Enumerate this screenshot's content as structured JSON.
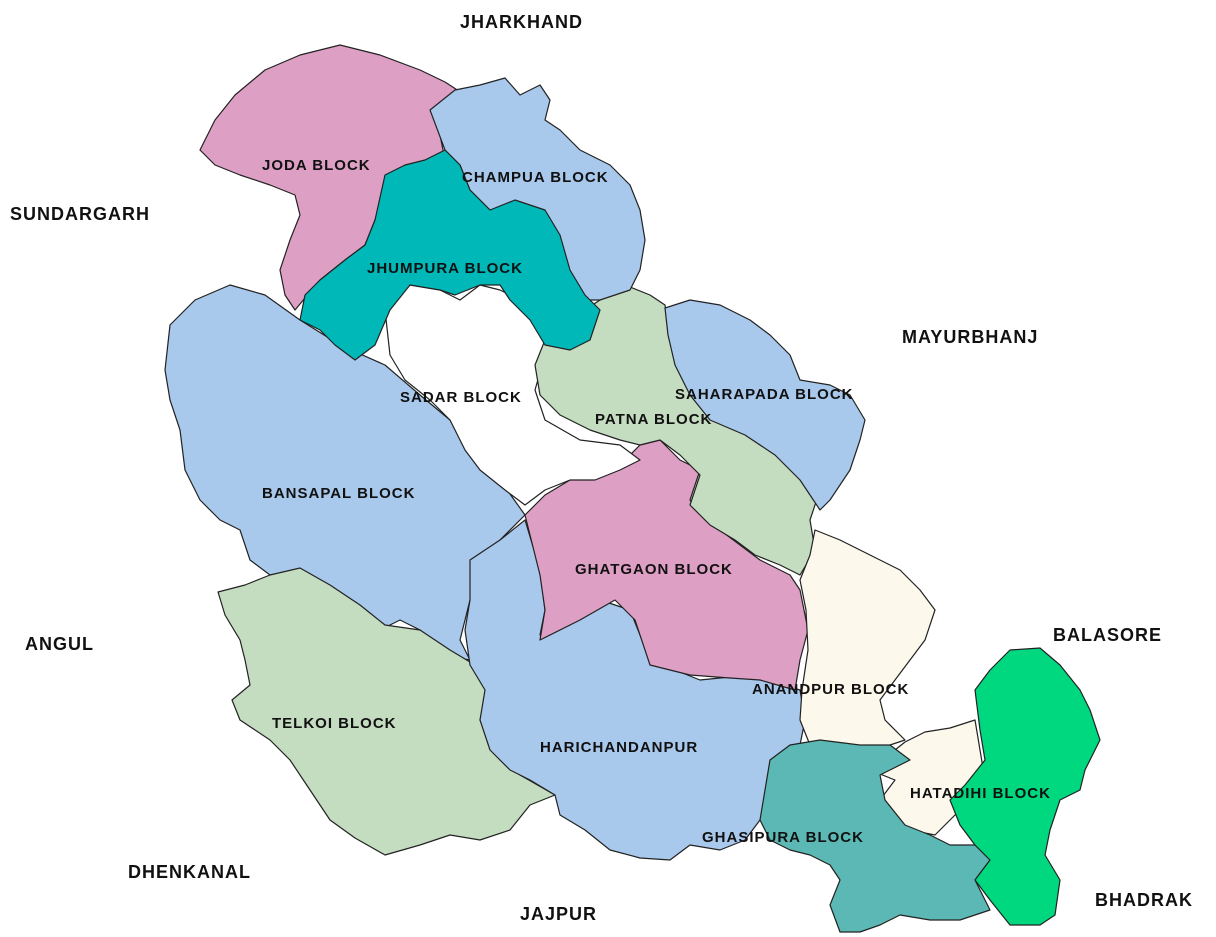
{
  "neighbors": {
    "north": "JHARKHAND",
    "northwest": "SUNDARGARH",
    "east": "MAYURBHANJ",
    "west": "ANGUL",
    "southeast_top": "BALASORE",
    "southwest": "DHENKANAL",
    "south": "JAJPUR",
    "southeast": "BHADRAK"
  },
  "blocks": {
    "joda": {
      "label": "JODA BLOCK",
      "color": "#dda0c4"
    },
    "champua": {
      "label": "CHAMPUA BLOCK",
      "color": "#a8c8ec"
    },
    "jhumpura": {
      "label": "JHUMPURA BLOCK",
      "color": "#00b8b8"
    },
    "sadar": {
      "label": "SADAR BLOCK",
      "color": "#ffffff"
    },
    "patna": {
      "label": "PATNA BLOCK",
      "color": "#c4dcc0"
    },
    "saharapada": {
      "label": "SAHARAPADA BLOCK",
      "color": "#a8c8ec"
    },
    "bansapal": {
      "label": "BANSAPAL BLOCK",
      "color": "#a8c8ec"
    },
    "ghatgaon": {
      "label": "GHATGAON BLOCK",
      "color": "#dda0c4"
    },
    "anandpur": {
      "label": "ANANDPUR BLOCK",
      "color": "#fcf8ec"
    },
    "telkoi": {
      "label": "TELKOI BLOCK",
      "color": "#c4dcc0"
    },
    "harichandanpur": {
      "label": "HARICHANDANPUR",
      "color": "#a8c8ec"
    },
    "hatadihi": {
      "label": "HATADIHI BLOCK",
      "color": "#00d880"
    },
    "ghasipura": {
      "label": "GHASIPURA BLOCK",
      "color": "#5cb8b4"
    }
  }
}
